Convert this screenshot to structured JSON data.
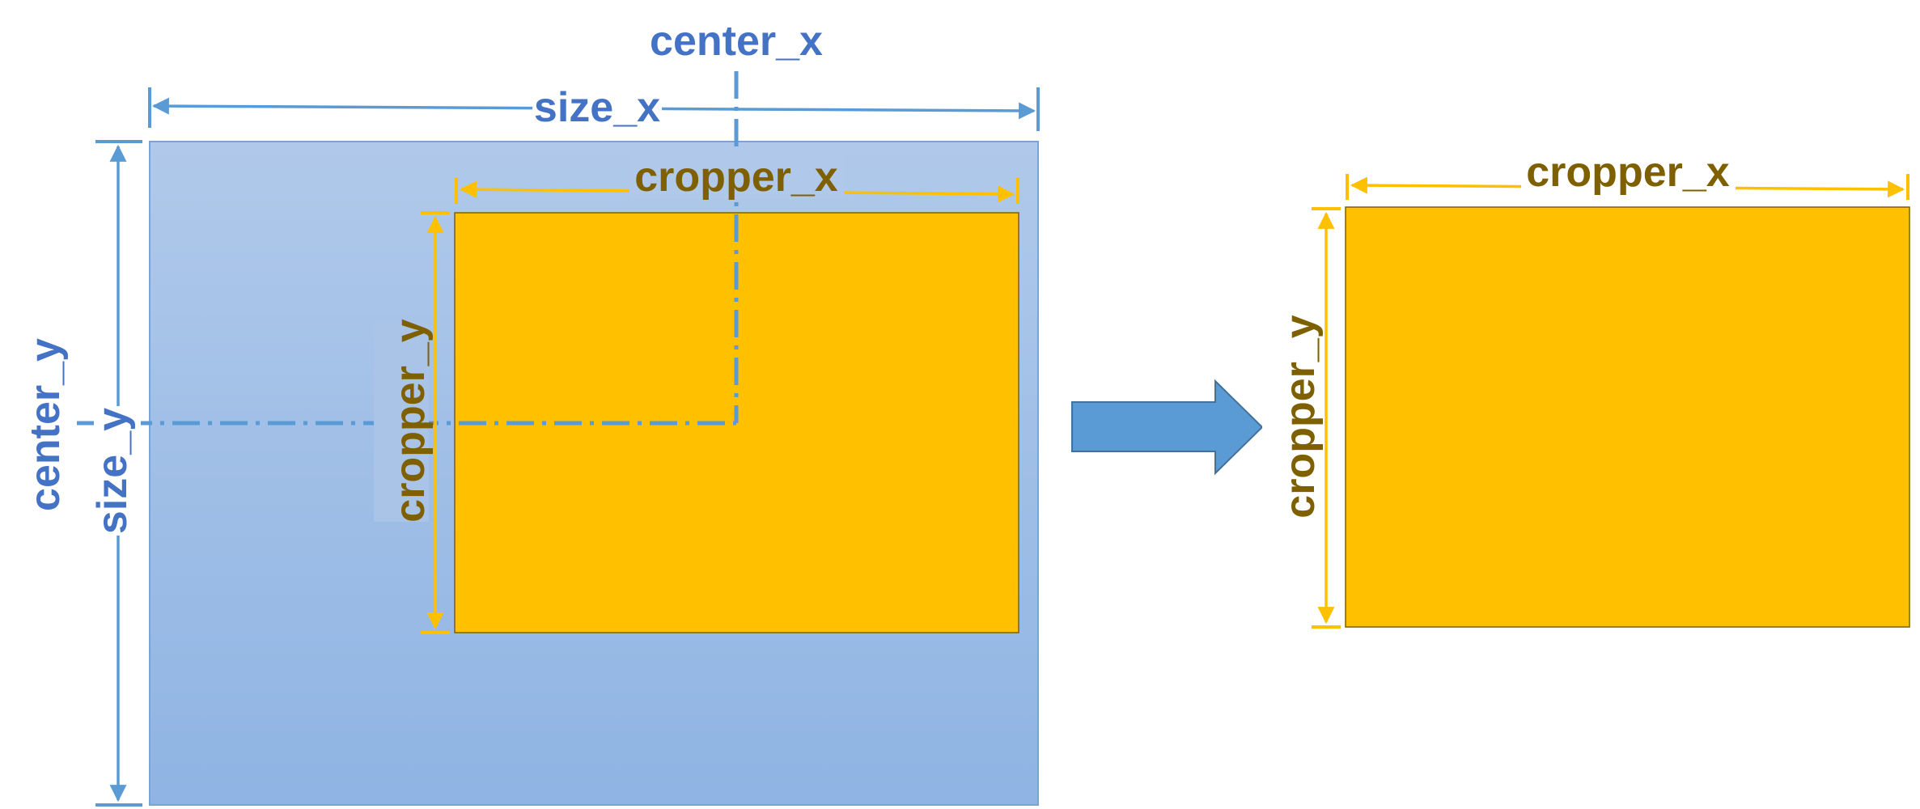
{
  "labels": {
    "center_x": "center_x",
    "size_x": "size_x",
    "center_y": "center_y",
    "size_y": "size_y",
    "cropper_x_left": "cropper_x",
    "cropper_y_left": "cropper_y",
    "cropper_x_right": "cropper_x",
    "cropper_y_right": "cropper_y"
  },
  "colors": {
    "source_fill_top": "#b0c9ea",
    "source_fill_bottom": "#8fb4e3",
    "crop_fill": "#ffc000",
    "blue_dimension": "#5b9bd5",
    "yellow_dimension": "#ffc000",
    "blue_text": "#4472c4",
    "brown_text": "#7f6000",
    "arrow_fill": "#5b9bd5"
  }
}
